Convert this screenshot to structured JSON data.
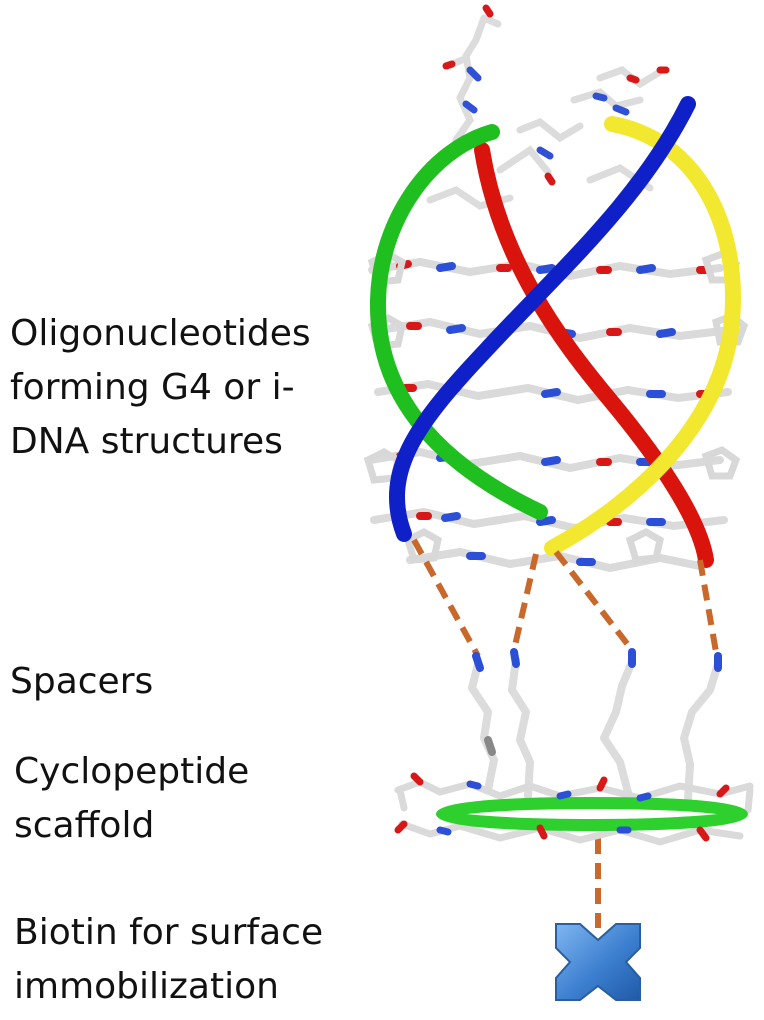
{
  "labels": {
    "oligonucleotides": "Oligonucleotides\nforming G4 or i-\nDNA structures",
    "spacers": "Spacers",
    "cyclopeptide": "Cyclopeptide\nscaffold",
    "biotin": "Biotin for surface\nimmobilization"
  },
  "colors": {
    "strand_green": "#1fbf1f",
    "strand_yellow": "#f2e830",
    "strand_blue": "#1020c8",
    "strand_red": "#d8140c",
    "linker": "#c8682a",
    "stick_carbon": "#e6e6e6",
    "stick_nitrogen": "#2850d8",
    "stick_oxygen": "#d81818",
    "scaffold_ribbon": "#2ed02e",
    "biotin_block": "#3d7fd0"
  },
  "icons": {
    "biotin": "cross-block-icon"
  }
}
